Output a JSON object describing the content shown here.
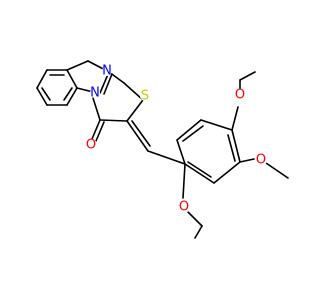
{
  "molecule": {
    "atoms": {
      "n_imine": "N",
      "n_bridge": "N",
      "s_ring": "S",
      "o_carbonyl": "O",
      "o_methoxy_5": "O",
      "o_methoxy_4": "O",
      "o_methoxy_2": "O"
    }
  },
  "colors": {
    "nitrogen": "#0000ff",
    "oxygen": "#ff0000",
    "sulfur": "#cccc00",
    "bond": "#000000",
    "background": "#ffffff"
  }
}
